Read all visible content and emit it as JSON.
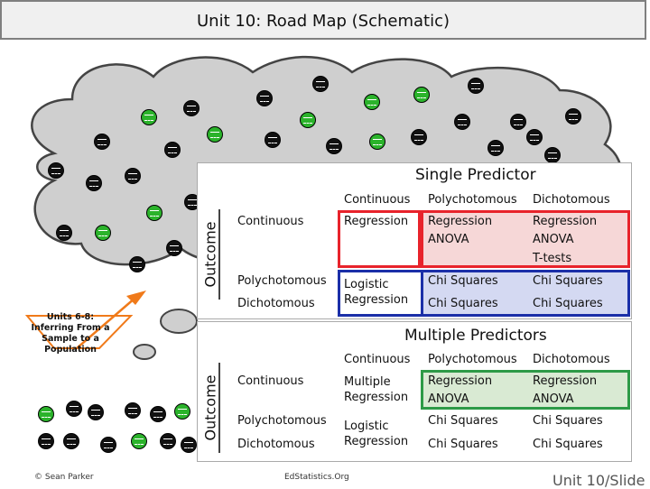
{
  "title": "Unit 10: Road Map (Schematic)",
  "arrow_label": "Units 6-8: Inferring From a Sample to a Population",
  "single": {
    "title": "Single Predictor",
    "outcome_label": "Outcome",
    "col_headers": [
      "Continuous",
      "Polychotomous",
      "Dichotomous"
    ],
    "row_headers": [
      "Continuous",
      "Polychotomous",
      "Dichotomous"
    ],
    "cells": {
      "r1c1": "Regression",
      "r1c2": "Regression ANOVA",
      "r1c3": "Regression ANOVA",
      "r1c3_extra": "T-tests",
      "r23c1": "Logistic Regression",
      "r2c2": "Chi Squares",
      "r2c3": "Chi Squares",
      "r3c2": "Chi Squares",
      "r3c3": "Chi Squares"
    }
  },
  "multiple": {
    "title": "Multiple Predictors",
    "outcome_label": "Outcome",
    "col_headers": [
      "Continuous",
      "Polychotomous",
      "Dichotomous"
    ],
    "row_headers": [
      "Continuous",
      "Polychotomous",
      "Dichotomous"
    ],
    "cells": {
      "r1c1": "Multiple Regression",
      "r1c2": "Regression ANOVA",
      "r1c3": "Regression ANOVA",
      "r23c1": "Logistic Regression",
      "r2c2": "Chi Squares",
      "r2c3": "Chi Squares",
      "r3c2": "Chi Squares",
      "r3c3": "Chi Squares"
    }
  },
  "footer": {
    "left": "© Sean Parker",
    "center": "EdStatistics.Org",
    "right": "Unit 10/Slide"
  },
  "colors": {
    "red": "#e8232b",
    "blue": "#1b2fa8",
    "green": "#2d9a47",
    "pink": "#f6d7d7",
    "lightblue": "#d4d9f2",
    "lightgreen": "#d9ead3",
    "arrow": "#f07a1a"
  }
}
